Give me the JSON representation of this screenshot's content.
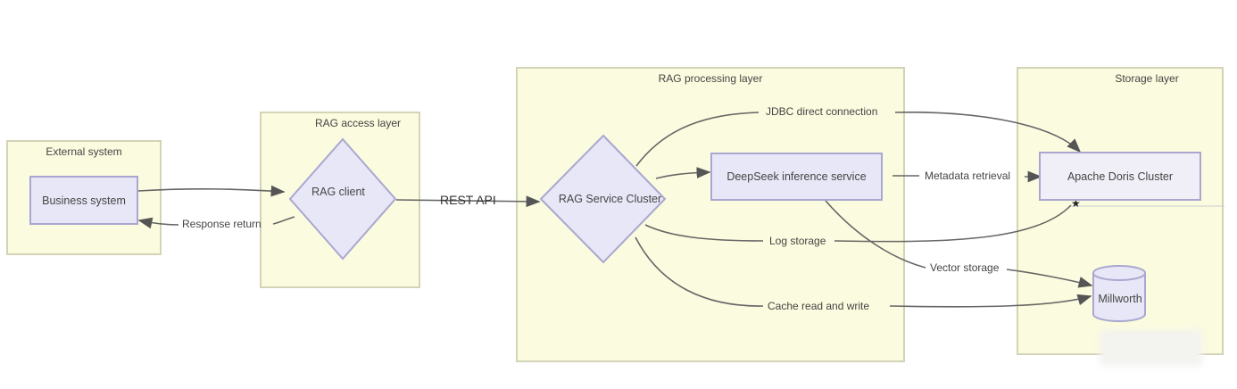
{
  "layers": {
    "external": {
      "title": "External system"
    },
    "access": {
      "title": "RAG access layer"
    },
    "processing": {
      "title": "RAG processing layer"
    },
    "storage": {
      "title": "Storage layer"
    }
  },
  "nodes": {
    "business_system": "Business system",
    "rag_client": "RAG client",
    "rag_service_cluster": "RAG Service Cluster",
    "deepseek": "DeepSeek inference service",
    "doris": "Apache Doris Cluster",
    "millworth": "Millworth"
  },
  "edges": {
    "response_return": "Response return",
    "rest_api": "REST API",
    "jdbc": "JDBC direct connection",
    "metadata": "Metadata retrieval",
    "log_storage": "Log storage",
    "vector_storage": "Vector storage",
    "cache": "Cache read and write"
  },
  "colors": {
    "layer_fill": "#fbfbdf",
    "node_fill": "#e8e7f7",
    "node_border": "#a9a7cf"
  }
}
